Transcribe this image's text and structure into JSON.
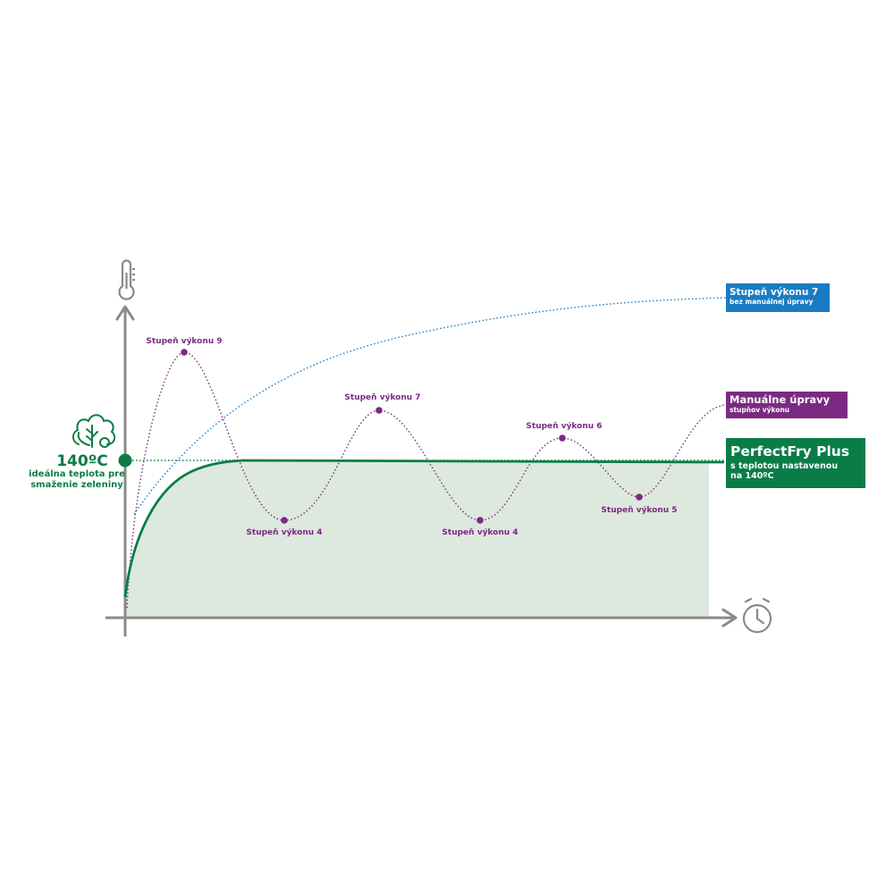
{
  "chart_data": {
    "type": "line",
    "title": "",
    "xlabel": "",
    "ylabel": "",
    "axes": {
      "x_icon": "stopwatch-icon",
      "y_icon": "thermometer-icon"
    },
    "target": {
      "value": "140ºC",
      "caption_line1": "ideálna teplota pre",
      "caption_line2": "smaženie zeleniny",
      "icon": "vegetable-icon",
      "color": "#0a7d47"
    },
    "series": [
      {
        "name": "PerfectFry Plus",
        "legend_line1": "s teplotou nastavenou",
        "legend_line2": "na 140ºC",
        "color": "#0a7d47",
        "style": "solid-with-area"
      },
      {
        "name": "Stupeň výkonu 7",
        "legend_line1": "bez manuálnej úpravy",
        "color": "#1a7bc4",
        "style": "dotted"
      },
      {
        "name": "Manuálne úpravy",
        "legend_line1": "stupňov výkonu",
        "color": "#7b2a82",
        "style": "dotted",
        "points": [
          {
            "label": "Stupeň výkonu 9",
            "position": "peak"
          },
          {
            "label": "Stupeň výkonu 4",
            "position": "trough"
          },
          {
            "label": "Stupeň výkonu 7",
            "position": "peak"
          },
          {
            "label": "Stupeň výkonu 4",
            "position": "trough"
          },
          {
            "label": "Stupeň výkonu 6",
            "position": "peak"
          },
          {
            "label": "Stupeň výkonu 5",
            "position": "trough"
          }
        ]
      }
    ],
    "colors": {
      "axis": "#8a8a8a",
      "area": "#dde8de"
    }
  }
}
